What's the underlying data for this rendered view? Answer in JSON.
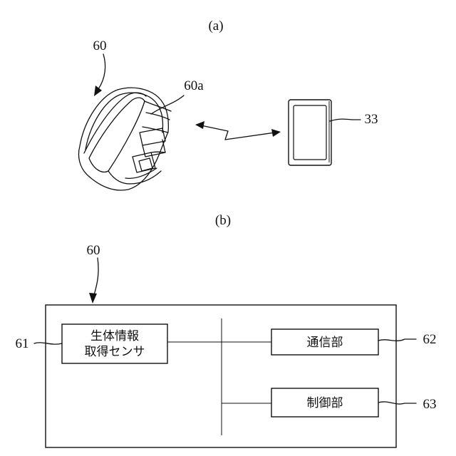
{
  "panel_a": {
    "caption": "(a)",
    "wristband_ref": "60",
    "band_ref": "60a",
    "device_ref": "33"
  },
  "panel_b": {
    "caption": "(b)",
    "device_ref": "60",
    "sensor": {
      "line1": "生体情報",
      "line2": "取得センサ",
      "ref": "61"
    },
    "comm": {
      "label": "通信部",
      "ref": "62"
    },
    "control": {
      "label": "制御部",
      "ref": "63"
    }
  }
}
